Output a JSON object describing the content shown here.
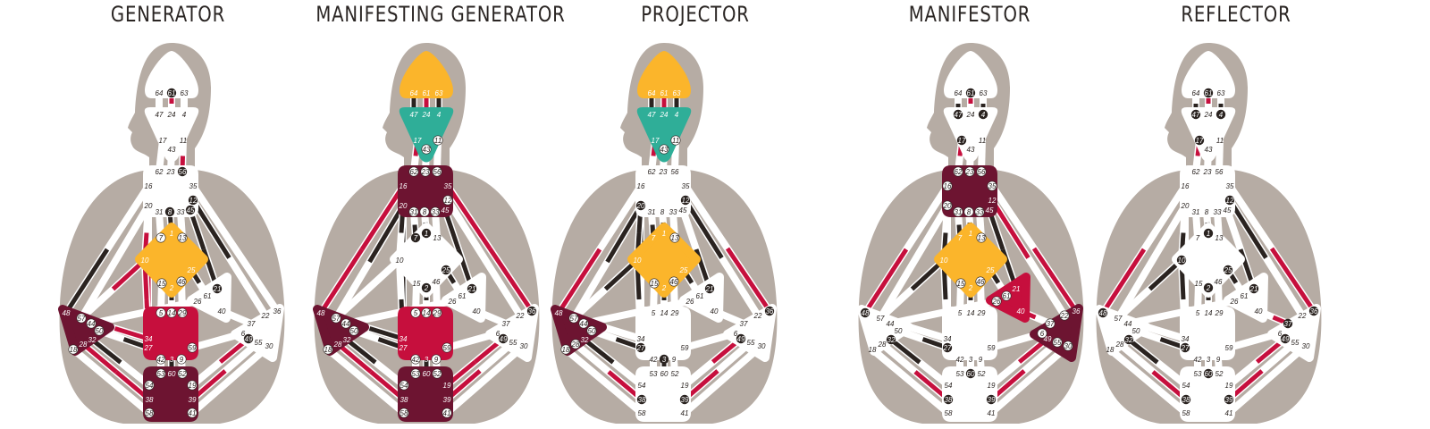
{
  "colors": {
    "silhouette": "#b6aca4",
    "undefined": "#ffffff",
    "maroon": "#6d1431",
    "red": "#c60f3d",
    "yellow": "#fbb52b",
    "teal": "#2fae98",
    "dark": "#2a2320",
    "channel": "#ffffff"
  },
  "gates": [
    "64",
    "61",
    "63",
    "47",
    "24",
    "4",
    "17",
    "11",
    "43",
    "62",
    "23",
    "56",
    "16",
    "35",
    "12",
    "20",
    "31",
    "8",
    "33",
    "45",
    "7",
    "1",
    "13",
    "10",
    "25",
    "15",
    "2",
    "46",
    "61",
    "21",
    "26",
    "40",
    "48",
    "57",
    "44",
    "50",
    "32",
    "28",
    "18",
    "5",
    "14",
    "29",
    "34",
    "27",
    "59",
    "42",
    "3",
    "9",
    "53",
    "60",
    "52",
    "54",
    "19",
    "38",
    "39",
    "58",
    "41",
    "36",
    "22",
    "37",
    "6",
    "49",
    "55",
    "30"
  ],
  "charts": [
    {
      "title": "GENERATOR",
      "centers": {
        "head": "undefined",
        "ajna": "undefined",
        "throat": "undefined",
        "g": "yellow",
        "ego": "undefined",
        "spleen": "maroon",
        "sacral": "red",
        "root": "maroon",
        "sp": "undefined"
      },
      "active": {
        "61": "r",
        "56": "r",
        "12": "d",
        "1": "d",
        "10": "r",
        "25": "d",
        "2": "d",
        "21": "d",
        "49": "r",
        "48": "d",
        "32": "d",
        "28": "r",
        "34": "r",
        "27": "d",
        "3": "d",
        "60": "d",
        "38": "r",
        "39": "r",
        "45": "d",
        "8": "d"
      }
    },
    {
      "title": "MANIFESTING GENERATOR",
      "centers": {
        "head": "yellow",
        "ajna": "teal",
        "throat": "maroon",
        "g": "undefined",
        "ego": "undefined",
        "spleen": "maroon",
        "sacral": "red",
        "root": "maroon",
        "sp": "undefined"
      },
      "active": {
        "64": "d",
        "61": "r",
        "63": "d",
        "47": "d",
        "24": "r",
        "4": "d",
        "17": "r",
        "16": "r",
        "20": "d",
        "45": "d",
        "35": "r",
        "7": "d",
        "1": "d",
        "25": "d",
        "2": "d",
        "21": "d",
        "36": "r",
        "49": "r",
        "48": "r",
        "34": "d",
        "27": "d",
        "32": "d",
        "28": "r",
        "3": "d",
        "60": "d",
        "38": "r",
        "39": "r",
        "19": "r"
      }
    },
    {
      "title": "PROJECTOR",
      "centers": {
        "head": "yellow",
        "ajna": "teal",
        "throat": "undefined",
        "g": "yellow",
        "ego": "undefined",
        "spleen": "maroon",
        "sacral": "undefined",
        "root": "undefined",
        "sp": "undefined"
      },
      "active": {
        "64": "d",
        "61": "r",
        "63": "d",
        "47": "d",
        "24": "r",
        "4": "d",
        "17": "r",
        "20": "d",
        "12": "d",
        "7": "d",
        "1": "d",
        "10": "d",
        "25": "d",
        "2": "d",
        "21": "d",
        "36": "r",
        "49": "r",
        "48": "r",
        "32": "d",
        "27": "d",
        "3": "d",
        "38": "r",
        "39": "r"
      }
    },
    {
      "title": "MANIFESTOR",
      "centers": {
        "head": "undefined",
        "ajna": "undefined",
        "throat": "maroon",
        "g": "yellow",
        "ego": "red",
        "spleen": "undefined",
        "sacral": "undefined",
        "root": "undefined",
        "sp": "maroon"
      },
      "active": {
        "61": "r",
        "47": "d",
        "4": "d",
        "17": "r",
        "45": "d",
        "12": "r",
        "7": "d",
        "1": "d",
        "10": "d",
        "25": "d",
        "2": "d",
        "21": "d",
        "40": "r",
        "36": "r",
        "49": "r",
        "48": "r",
        "32": "d",
        "27": "d",
        "60": "d",
        "38": "r",
        "39": "r"
      }
    },
    {
      "title": "REFLECTOR",
      "centers": {
        "head": "undefined",
        "ajna": "undefined",
        "throat": "undefined",
        "g": "undefined",
        "ego": "undefined",
        "spleen": "undefined",
        "sacral": "undefined",
        "root": "undefined",
        "sp": "undefined"
      },
      "active": {
        "61": "r",
        "47": "d",
        "4": "d",
        "17": "r",
        "12": "d",
        "1": "d",
        "10": "d",
        "25": "d",
        "2": "d",
        "21": "d",
        "37": "r",
        "36": "r",
        "49": "r",
        "48": "r",
        "32": "d",
        "27": "d",
        "60": "d",
        "38": "r",
        "39": "r"
      }
    }
  ]
}
